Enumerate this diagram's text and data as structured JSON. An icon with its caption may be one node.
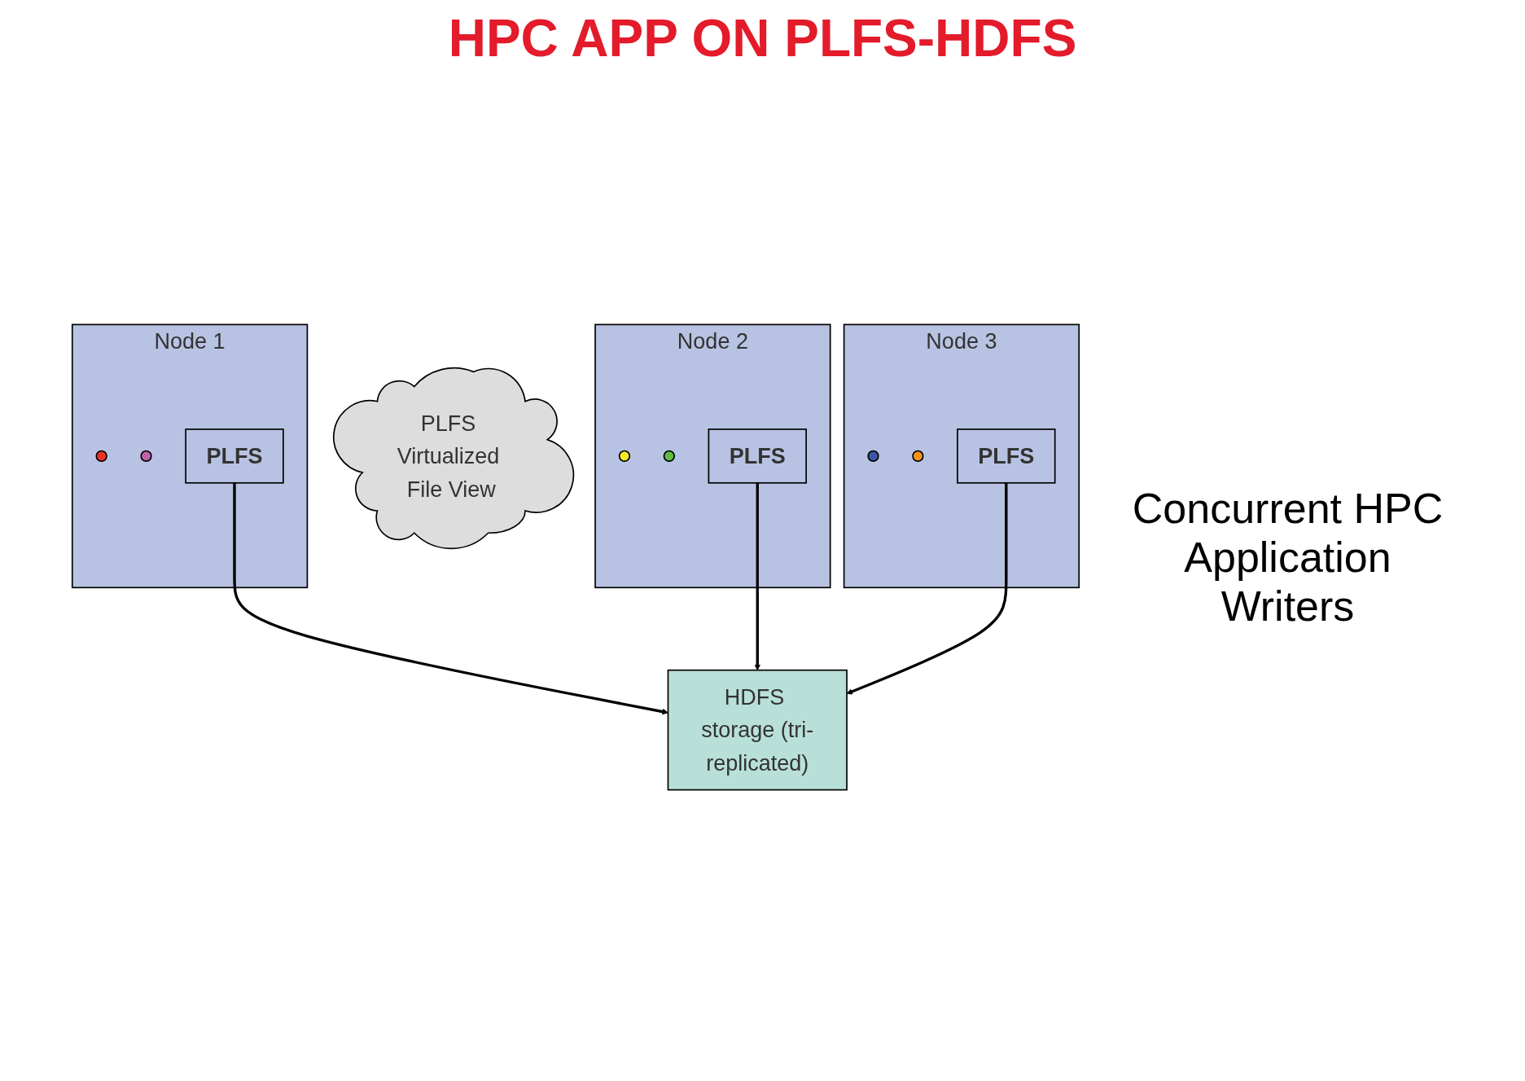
{
  "diagram": {
    "title": "HPC APP ON PLFS-HDFS",
    "nodes": [
      {
        "text": [
          "Node 1"
        ]
      },
      {
        "text": [],
        "shape": "circle",
        "in": 0
      },
      {
        "text": [],
        "shape": "circle",
        "in": 0
      },
      {
        "text": [
          "PLFS"
        ],
        "in": 0
      },
      {
        "text": [
          "Node 2"
        ]
      },
      {
        "text": [],
        "shape": "circle",
        "in": 4
      },
      {
        "text": [],
        "shape": "circle",
        "in": 4
      },
      {
        "text": [
          "PLFS"
        ],
        "in": 4
      },
      {
        "text": [
          "Node 3"
        ]
      },
      {
        "text": [],
        "shape": "circle",
        "in": 8
      },
      {
        "text": [],
        "shape": "circle",
        "in": 8
      },
      {
        "text": [
          "PLFS"
        ],
        "in": 8
      },
      {
        "text": [
          "PLFS Virtualized File View"
        ]
      },
      {
        "text": [
          "HDFS storage (tri-replicated)"
        ]
      }
    ],
    "edges": [
      {
        "from": 3,
        "to": 13,
        "arrow": "to"
      },
      {
        "from": 7,
        "to": 13,
        "arrow": "to"
      },
      {
        "from": 11,
        "to": 13,
        "arrow": "to"
      }
    ],
    "labels": [
      "Concurrent HPC Application Writers"
    ]
  }
}
